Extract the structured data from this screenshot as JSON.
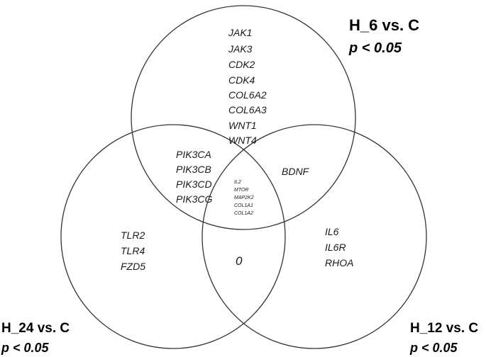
{
  "sets": {
    "top": {
      "title": "H_6 vs. C",
      "pvalue": "p < 0.05"
    },
    "left": {
      "title": "H_24 vs. C",
      "pvalue": "p < 0.05"
    },
    "right": {
      "title": "H_12 vs. C",
      "pvalue": "p < 0.05"
    }
  },
  "regions": {
    "top_only": [
      "JAK1",
      "JAK3",
      "CDK2",
      "CDK4",
      "COL6A2",
      "COL6A3",
      "WNT1",
      "WNT4"
    ],
    "top_left": [
      "PIK3CA",
      "PIK3CB",
      "PIK3CD",
      "PIK3CG"
    ],
    "top_right": [
      "BDNF"
    ],
    "all_three": [
      "IL2",
      "MTOR",
      "MAP2K2",
      "COL1A1",
      "COL1A2"
    ],
    "left_only": [
      "TLR2",
      "TLR4",
      "FZD5"
    ],
    "left_right": [
      "0"
    ],
    "right_only": [
      "IL6",
      "IL6R",
      "RHOA"
    ]
  },
  "colors": {
    "circle_stroke": "#333333",
    "text": "#1a1a1a"
  }
}
